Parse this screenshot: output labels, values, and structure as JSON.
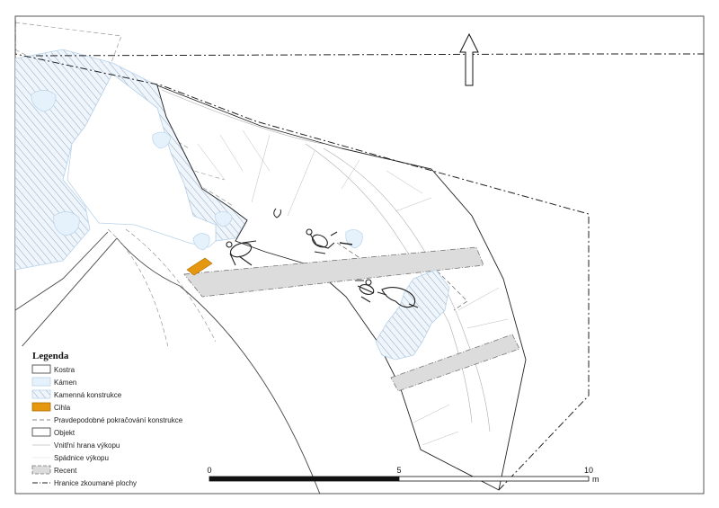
{
  "legend": {
    "title": "Legenda",
    "items": [
      {
        "key": "kostra",
        "label": "Kostra"
      },
      {
        "key": "kamen",
        "label": "Kámen"
      },
      {
        "key": "kamenna",
        "label": "Kamenná konstrukce"
      },
      {
        "key": "cihla",
        "label": "Cihla"
      },
      {
        "key": "pravdepodobne",
        "label": "Pravdepodobné pokračování konstrukce"
      },
      {
        "key": "objekt",
        "label": "Objekt"
      },
      {
        "key": "vnitrni",
        "label": "Vnitřní hrana výkopu"
      },
      {
        "key": "spadnice",
        "label": "Spádnice výkopu"
      },
      {
        "key": "recent",
        "label": "Recent"
      },
      {
        "key": "hranice",
        "label": "Hranice zkoumané plochy"
      }
    ]
  },
  "scale": {
    "ticks": [
      "0",
      "5",
      "10"
    ],
    "unit": "m"
  },
  "colors": {
    "kamen": "#e6f2fb",
    "kamen_stroke": "#b9d3ea",
    "cihla": "#e5970f",
    "recent": "#dcdcdc",
    "hatch": "#9aa7b4",
    "skeleton": "#222222"
  },
  "icons": {
    "north_arrow": "north-arrow-icon"
  }
}
